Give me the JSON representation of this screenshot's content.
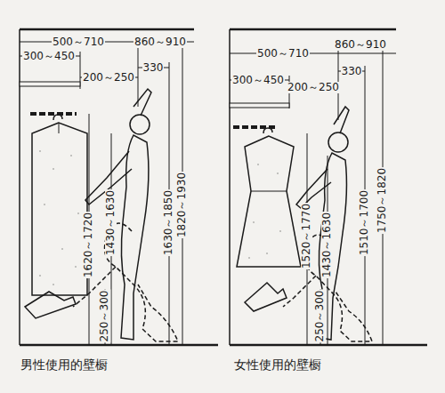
{
  "diagram": {
    "labels": [
      "500～710",
      "860～910",
      "300～450",
      "330",
      "200～250",
      "1620～1720",
      "250～300",
      "1430～1630",
      "1630～1850",
      "1820～1930",
      "男性使用的壁橱",
      "500～710",
      "860～910",
      "300～450",
      "330",
      "200～250",
      "1520～1770",
      "250～300",
      "1430～1630",
      "1510～1700",
      "1750～1820",
      "女性使用的壁橱"
    ]
  }
}
